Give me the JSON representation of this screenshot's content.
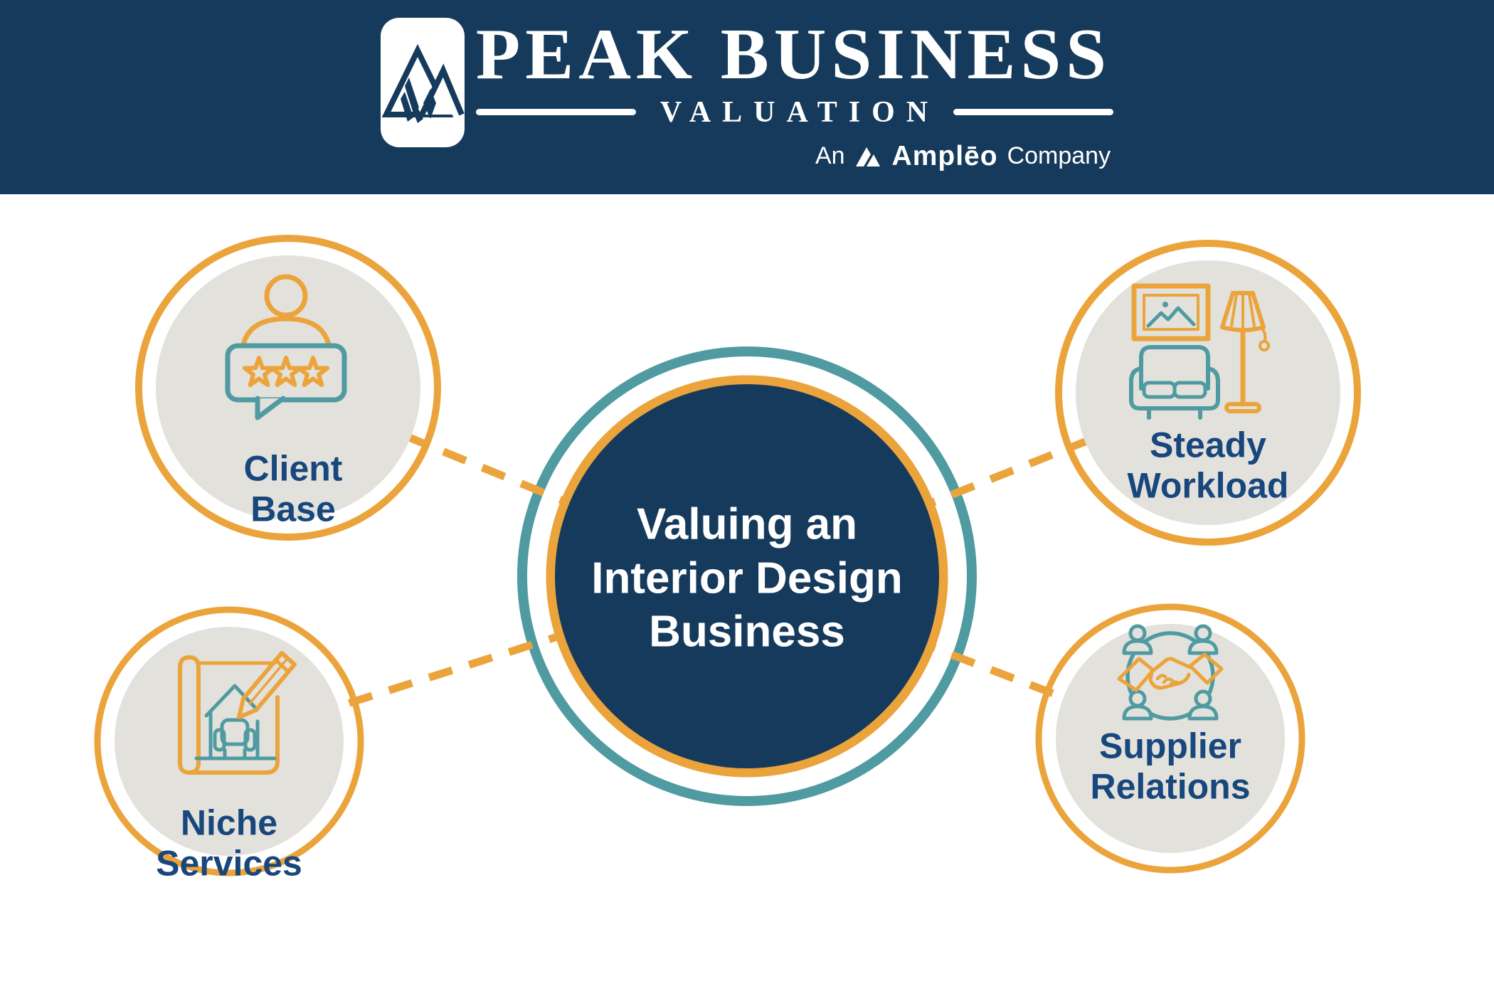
{
  "colors": {
    "navy": "#163A5C",
    "label": "#17477C",
    "orange": "#EBA43B",
    "teal": "#4F9BA1",
    "gray": "#E3E1DC"
  },
  "header": {
    "brand_line1": "PEAK BUSINESS",
    "brand_line2": "VALUATION",
    "tagline_prefix": "An",
    "tagline_brand": "Amplēo",
    "tagline_suffix": "Company"
  },
  "diagram": {
    "center": {
      "lines": [
        "Valuing an",
        "Interior Design",
        "Business"
      ]
    },
    "nodes": [
      {
        "id": "client-base",
        "icon": "client-reviews-icon",
        "label": [
          "Client",
          "Base"
        ]
      },
      {
        "id": "steady-workload",
        "icon": "living-room-icon",
        "label": [
          "Steady",
          "Workload"
        ]
      },
      {
        "id": "niche-services",
        "icon": "blueprint-pencil-icon",
        "label": [
          "Niche",
          "Services"
        ]
      },
      {
        "id": "supplier-relations",
        "icon": "handshake-network-icon",
        "label": [
          "Supplier",
          "Relations"
        ]
      }
    ]
  }
}
